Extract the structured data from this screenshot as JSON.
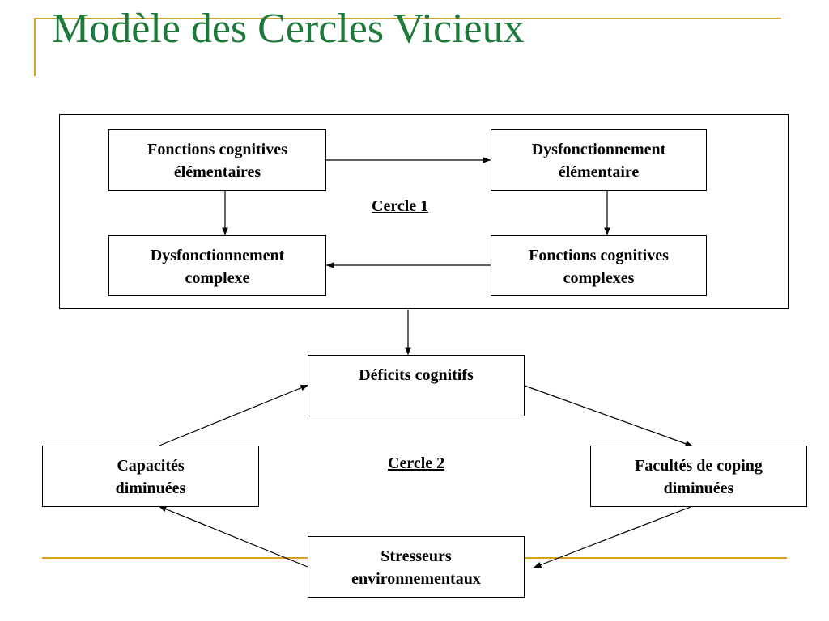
{
  "slide": {
    "title": "Modèle des Cercles Vicieux"
  },
  "cercle1": {
    "label": "Cercle 1",
    "box_fce": {
      "line1": "Fonctions cognitives",
      "line2": "élémentaires"
    },
    "box_de": {
      "line1": "Dysfonctionnement",
      "line2": "élémentaire"
    },
    "box_dc": {
      "line1": "Dysfonctionnement",
      "line2": "complexe"
    },
    "box_fcc": {
      "line1": "Fonctions cognitives",
      "line2": "complexes"
    }
  },
  "cercle2": {
    "label": "Cercle 2",
    "box_deficits": {
      "line1": "Déficits cognitifs"
    },
    "box_capacites": {
      "line1": "Capacités",
      "line2": "diminuées"
    },
    "box_coping": {
      "line1": "Facultés de coping",
      "line2": "diminuées"
    },
    "box_stresseurs": {
      "line1": "Stresseurs",
      "line2": "environnementaux"
    }
  },
  "colors": {
    "title": "#1e7a3b",
    "accent": "#d4a21a",
    "line": "#000000"
  }
}
